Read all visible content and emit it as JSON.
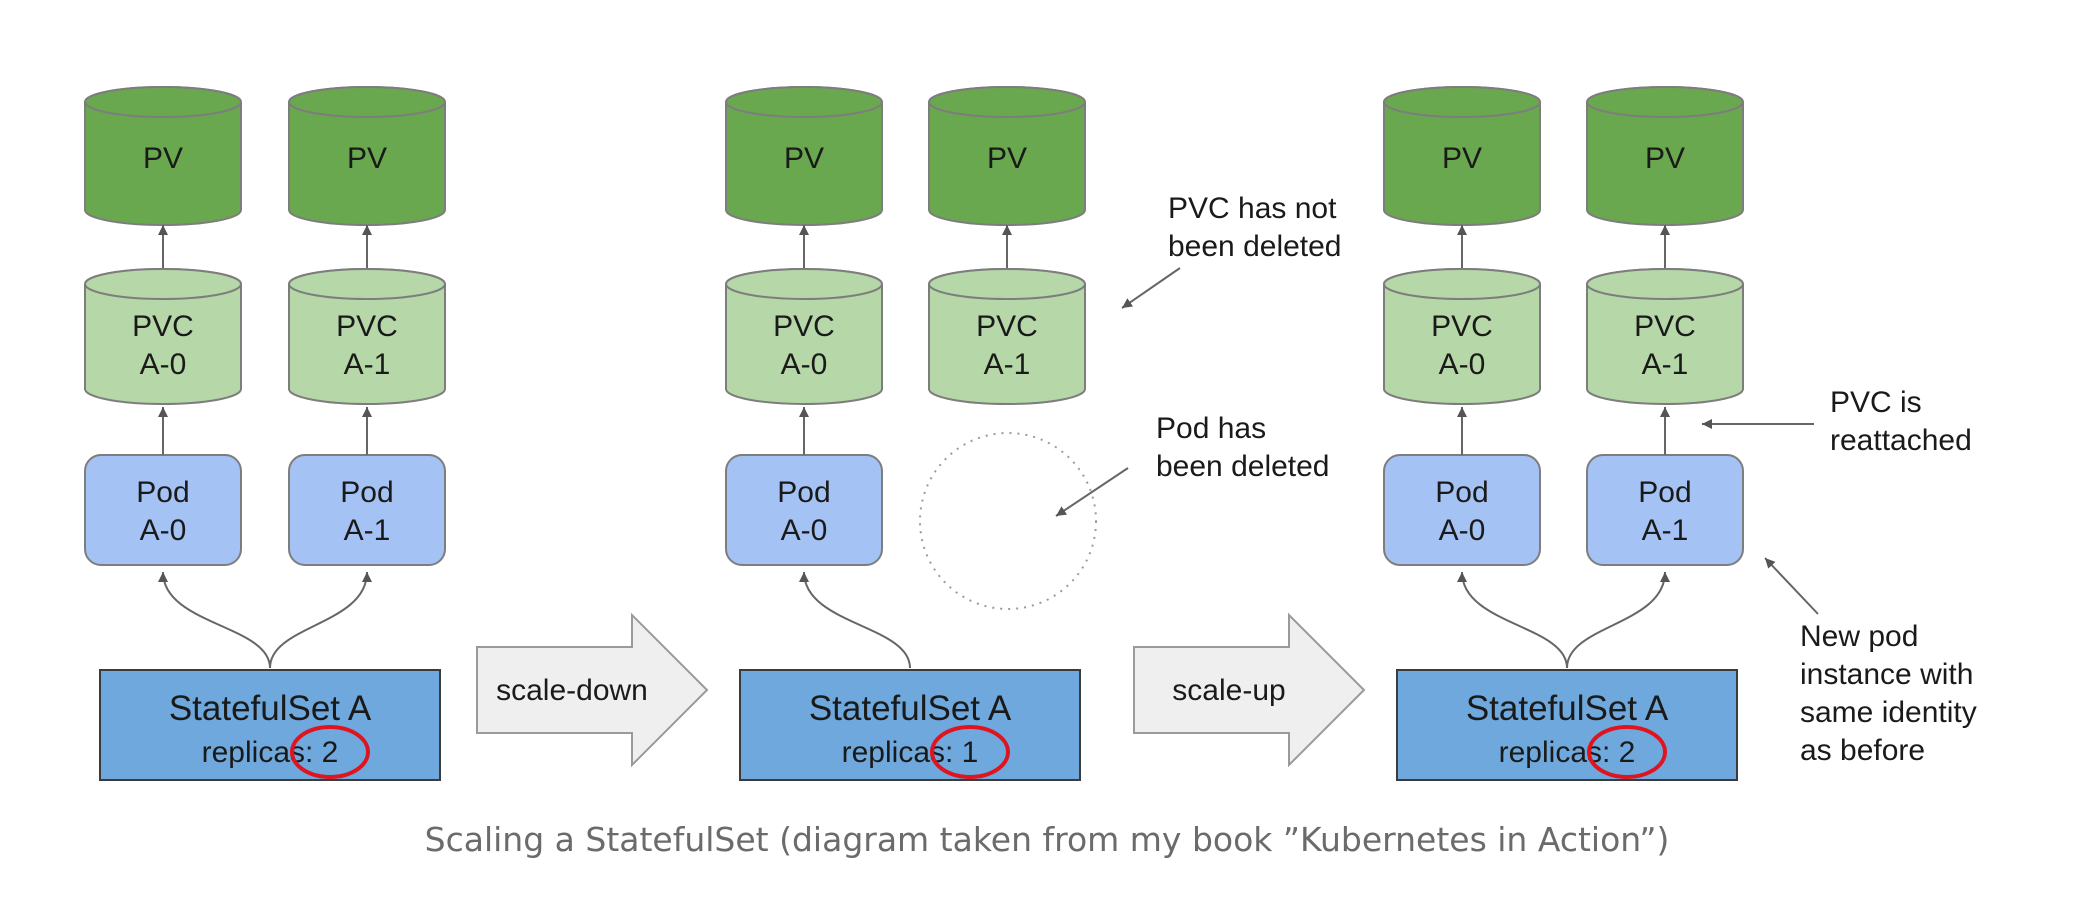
{
  "colors": {
    "pv": "#6aa84f",
    "pvc": "#b6d7a8",
    "pod": "#a4c2f4",
    "statefulset": "#6fa8dc",
    "arrow_fill": "#efefef",
    "highlight": "#e0141e"
  },
  "stages": [
    {
      "pv_labels": [
        "PV",
        "PV"
      ],
      "pvcs": [
        {
          "line1": "PVC",
          "line2": "A-0"
        },
        {
          "line1": "PVC",
          "line2": "A-1"
        }
      ],
      "pods": [
        {
          "line1": "Pod",
          "line2": "A-0"
        },
        {
          "line1": "Pod",
          "line2": "A-1"
        }
      ],
      "statefulset": {
        "name": "StatefulSet A",
        "replicas_label": "replicas: ",
        "replicas": "2"
      }
    },
    {
      "pv_labels": [
        "PV",
        "PV"
      ],
      "pvcs": [
        {
          "line1": "PVC",
          "line2": "A-0"
        },
        {
          "line1": "PVC",
          "line2": "A-1"
        }
      ],
      "pods": [
        {
          "line1": "Pod",
          "line2": "A-0"
        }
      ],
      "statefulset": {
        "name": "StatefulSet A",
        "replicas_label": "replicas: ",
        "replicas": "1"
      }
    },
    {
      "pv_labels": [
        "PV",
        "PV"
      ],
      "pvcs": [
        {
          "line1": "PVC",
          "line2": "A-0"
        },
        {
          "line1": "PVC",
          "line2": "A-1"
        }
      ],
      "pods": [
        {
          "line1": "Pod",
          "line2": "A-0"
        },
        {
          "line1": "Pod",
          "line2": "A-1"
        }
      ],
      "statefulset": {
        "name": "StatefulSet A",
        "replicas_label": "replicas: ",
        "replicas": "2"
      }
    }
  ],
  "transitions": [
    "scale-down",
    "scale-up"
  ],
  "annotations": {
    "pvc_not_deleted": [
      "PVC has not",
      "been deleted"
    ],
    "pod_deleted": [
      "Pod has",
      "been deleted"
    ],
    "pvc_reattached": [
      "PVC is",
      "reattached"
    ],
    "new_pod": [
      "New pod",
      "instance with",
      "same identity",
      "as before"
    ]
  },
  "caption": "Scaling a StatefulSet (diagram taken from my book ”Kubernetes in Action”)"
}
